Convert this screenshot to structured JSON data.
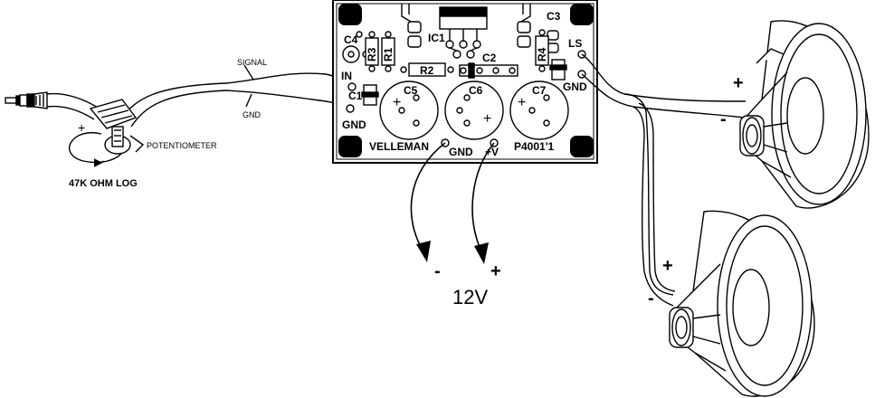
{
  "title": "",
  "input_side": {
    "signal_label": "SIGNAL",
    "gnd_label": "GND",
    "potentiometer_label": "POTENTIOMETER",
    "pot_value_label": "47K OHM LOG",
    "pot_plus": "+",
    "pot_minus": "-"
  },
  "pcb": {
    "brand": "VELLEMAN",
    "part_number": "P4001'1",
    "ic_label": "IC1",
    "pin_in": "IN",
    "pin_gnd_in": "GND",
    "pin_ls": "LS",
    "pin_gnd_out": "GND",
    "pin_gnd_power": "GND",
    "pin_vplus": "+V",
    "components": {
      "c1": "C1",
      "c2": "C2",
      "c3": "C3",
      "c4": "C4",
      "c5": "C5",
      "c6": "C6",
      "c7": "C7",
      "r1": "R1",
      "r2": "R2",
      "r3": "R3",
      "r4": "R4"
    },
    "cap_plus": "+"
  },
  "power": {
    "voltage": "12V",
    "minus": "-",
    "plus": "+"
  },
  "speakers": {
    "top_plus": "+",
    "top_minus": "-",
    "bottom_plus": "+",
    "bottom_minus": "-"
  }
}
